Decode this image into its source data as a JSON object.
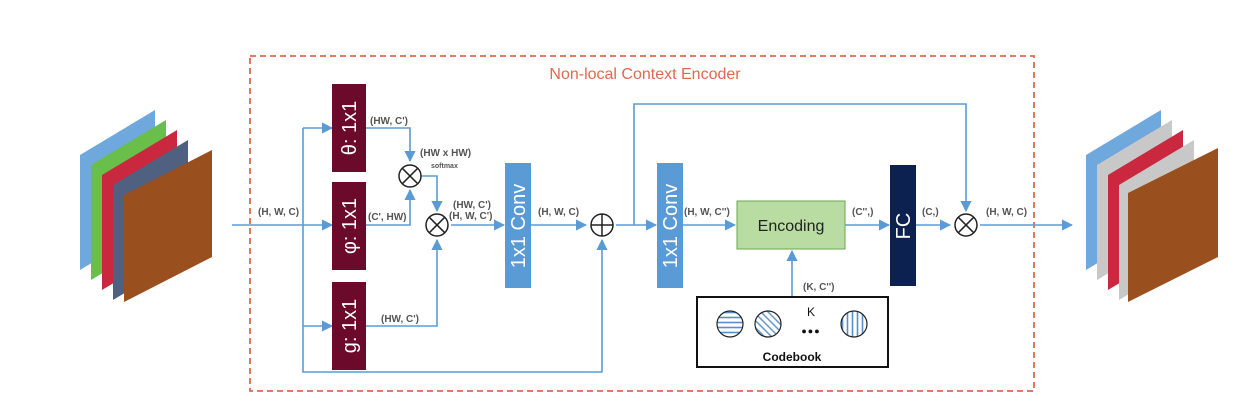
{
  "title": "Non-local Context Encoder",
  "blocks": {
    "theta": "θ: 1x1",
    "phi": "φ: 1x1",
    "g": "g: 1x1",
    "conv_a": "1x1 Conv",
    "conv_b": "1x1 Conv",
    "encoding": "Encoding",
    "fc": "FC"
  },
  "dims": {
    "input": "(H, W, C)",
    "theta_out": "(HW, C')",
    "phi_out": "(C', HW)",
    "g_out": "(HW, C')",
    "attn": "(HW x HW)",
    "softmax": "softmax",
    "mul_out_1": "(HW, C')",
    "mul_out_2": "(H, W, C')",
    "conv_a_out": "(H, W, C)",
    "conv_b_out": "(H, W, C'')",
    "enc_out": "(C'',)",
    "fc_out": "(C,)",
    "final": "(H, W, C)",
    "codebook_in": "(K, C'')"
  },
  "codebook": {
    "label": "Codebook",
    "k_label": "K",
    "dots": "●●●"
  },
  "colors": {
    "title": "#e0694e",
    "border": "#e0694e",
    "maroon": "#6b0a2a",
    "conv": "#5b9bd5",
    "fc": "#0d2150",
    "encoding_fill": "#b8dca2",
    "encoding_stroke": "#6aa84f",
    "arrow": "#5b9bd5",
    "brown": "#9a4f1f"
  }
}
